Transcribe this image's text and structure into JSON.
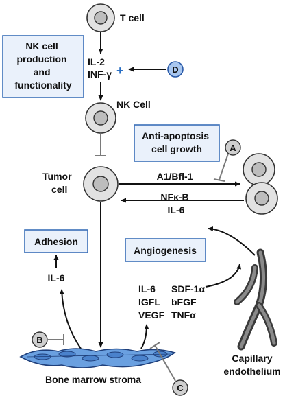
{
  "nodes": {
    "t_cell": "T cell",
    "nk_cell": "NK Cell",
    "tumor_cell_line1": "Tumor",
    "tumor_cell_line2": "cell",
    "bone_marrow_stroma": "Bone marrow stroma",
    "capillary_line1": "Capillary",
    "capillary_line2": "endothelium"
  },
  "boxes": {
    "nk_function": [
      "NK cell",
      "production",
      "and",
      "functionality"
    ],
    "anti_apoptosis": [
      "Anti-apoptosis",
      "cell growth"
    ],
    "adhesion": "Adhesion",
    "angiogenesis": "Angiogenesis"
  },
  "labels": {
    "il2": "IL-2",
    "infg": "INF-γ",
    "plus": "+",
    "tumor_products": [
      "A1/Bfl-1",
      "NFκ-B",
      "IL-6"
    ],
    "stroma_il6": "IL-6",
    "cytokines": [
      "IL-6",
      "IGFL",
      "VEGF",
      "SDF-1α",
      "bFGF",
      "TNFα"
    ]
  },
  "badges": {
    "a": "A",
    "b": "B",
    "c": "C",
    "d": "D"
  },
  "colors": {
    "box_border": "#3a6fb8",
    "box_fill": "#eaf1fb",
    "plus": "#2a6fc4",
    "badge_d": "#a9c7ef"
  }
}
